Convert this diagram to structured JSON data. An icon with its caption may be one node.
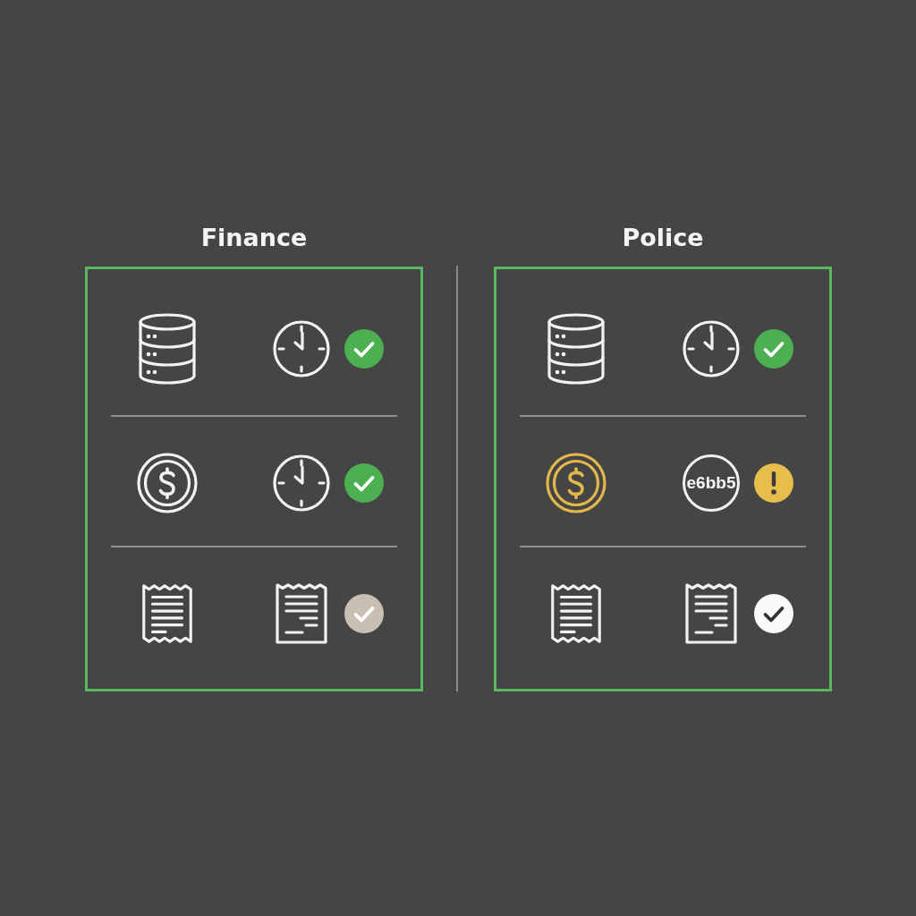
{
  "diagram": {
    "nodes": [
      {
        "text": [
          "Finance"
        ]
      },
      {
        "text": [
          "Police"
        ]
      },
      {
        "text": [
          "e6bb5"
        ],
        "in": 1
      }
    ]
  }
}
